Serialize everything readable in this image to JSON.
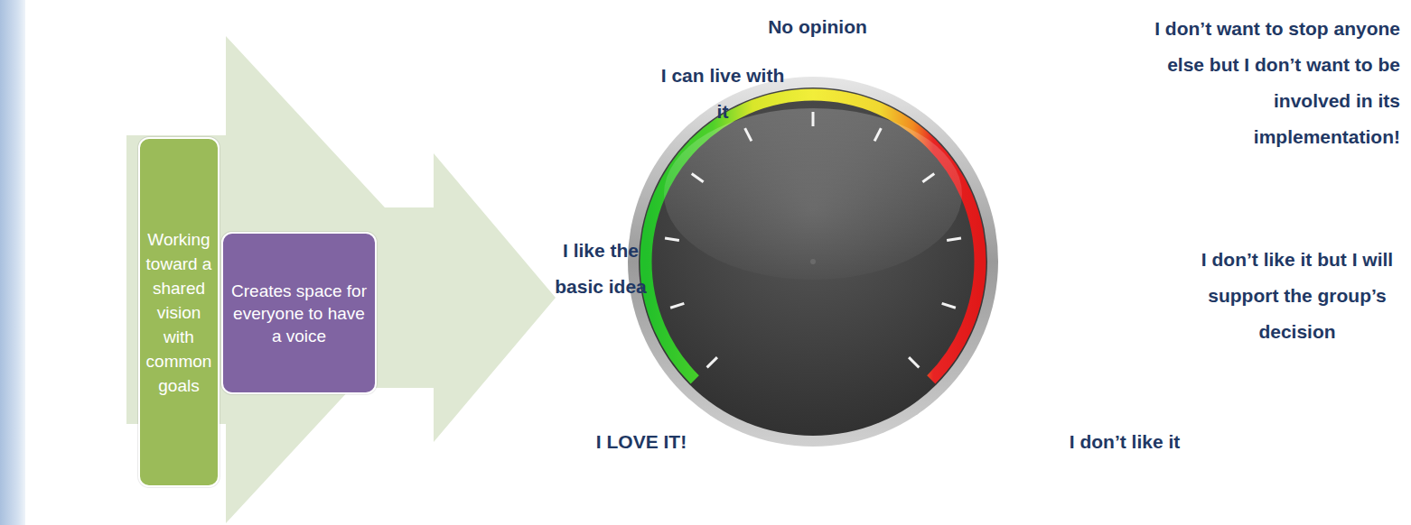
{
  "diagram": {
    "nodes": [
      {
        "text": [
          "Working toward a shared vision with common goals"
        ]
      },
      {
        "text": [
          "Creates space for everyone to have a voice"
        ]
      }
    ],
    "labels": [
      "No opinion",
      "I can live with it",
      "I don’t want to stop anyone else but I don’t want to be involved in its implementation!",
      "I like the basic idea",
      "I don’t like it but I will support the group’s decision",
      "I LOVE IT!",
      "I don’t like it"
    ]
  }
}
